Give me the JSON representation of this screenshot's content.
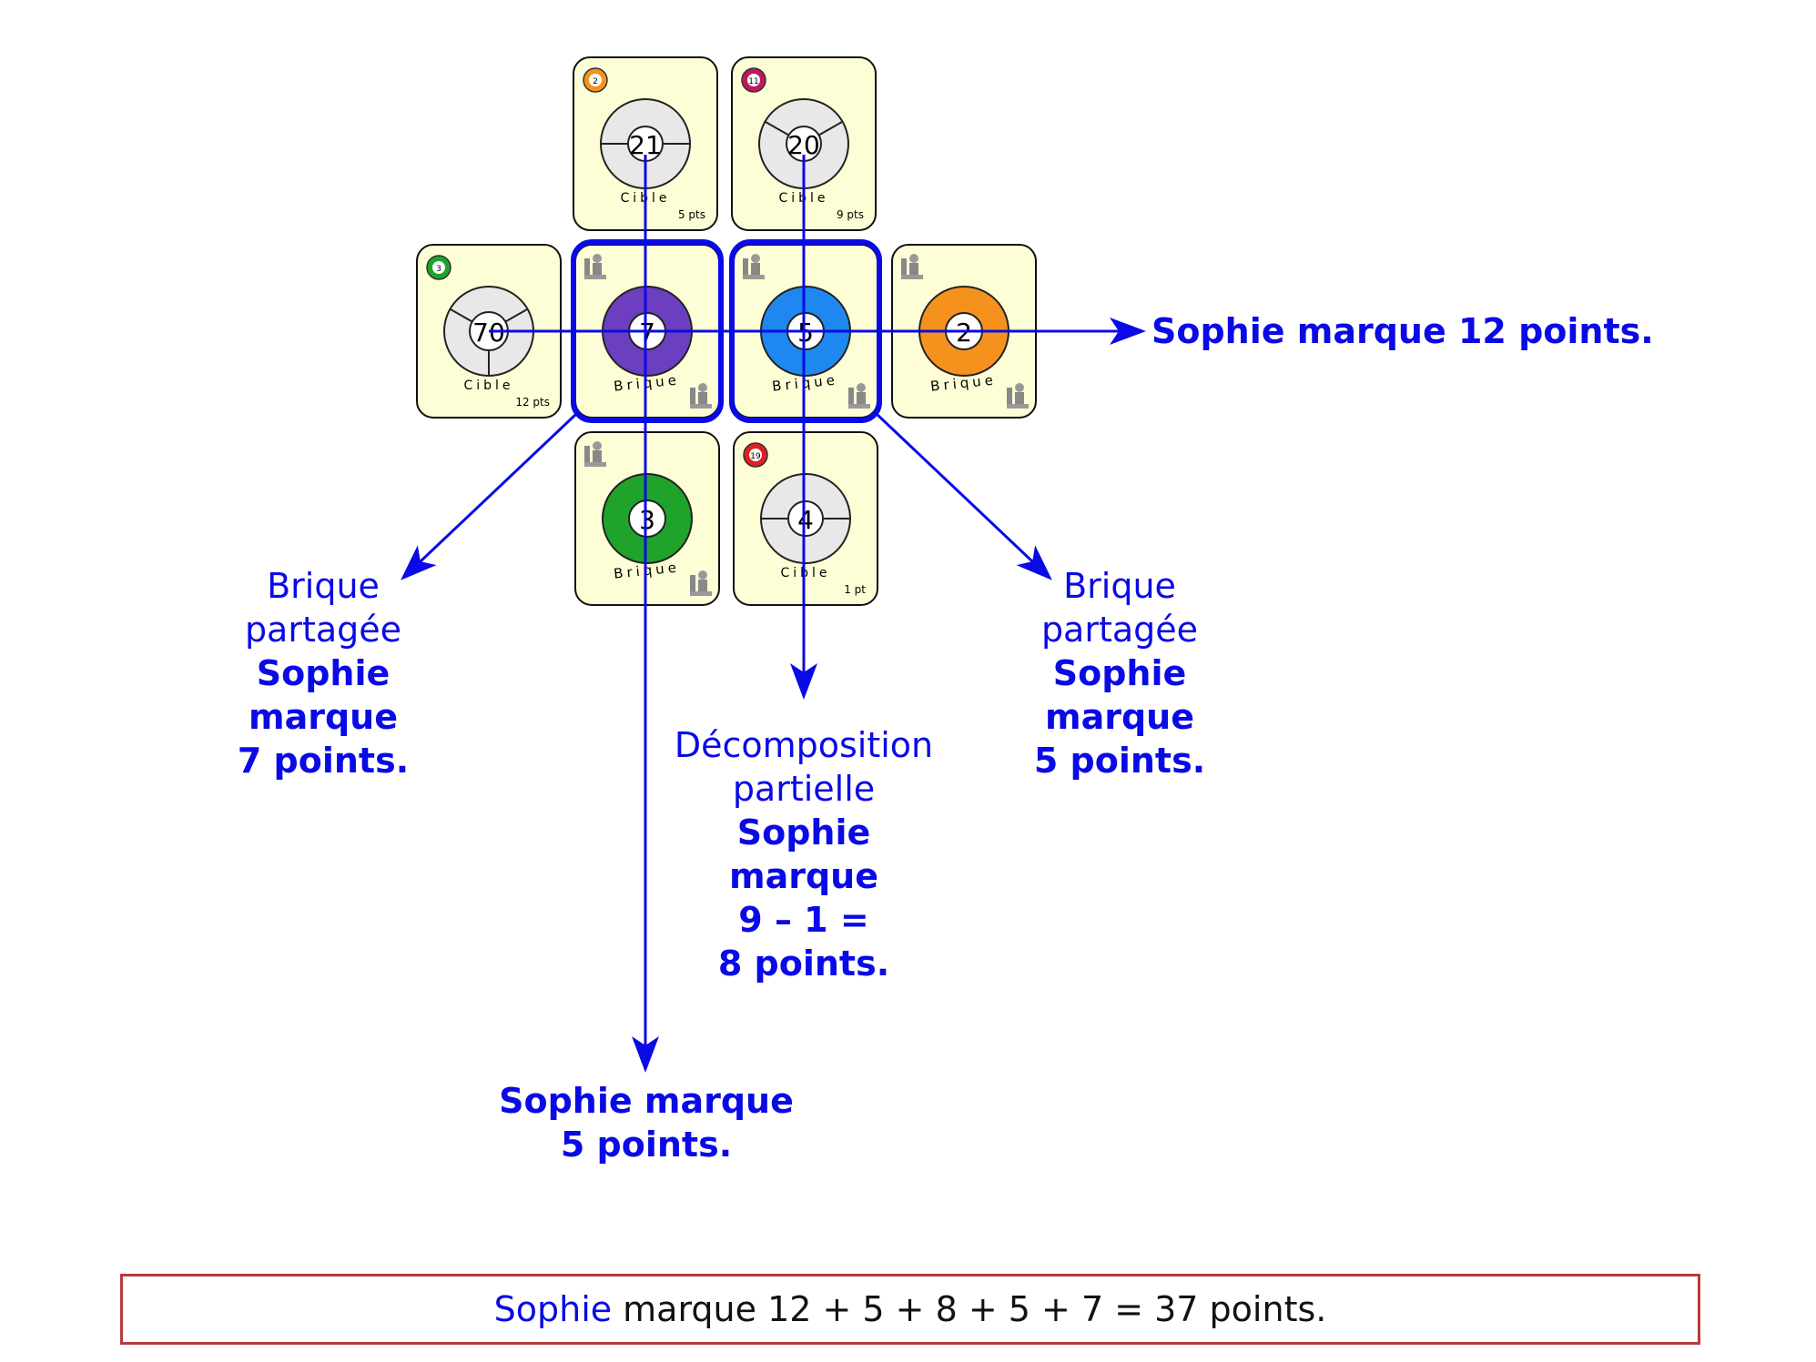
{
  "cards": [
    {
      "id": "c-top-left",
      "type": "Cible",
      "number": "21",
      "points": "5 pts",
      "badge": "2",
      "badge_color": "#f5921e"
    },
    {
      "id": "c-top-right",
      "type": "Cible",
      "number": "20",
      "points": "9 pts",
      "badge": "11",
      "badge_color": "#c2185b"
    },
    {
      "id": "c-mid-left",
      "type": "Cible",
      "number": "70",
      "points": "12 pts",
      "badge": "3",
      "badge_color": "#1fa32a"
    },
    {
      "id": "c-mid-purple",
      "type": "Brique",
      "number": "7",
      "color": "#6b3fbf",
      "highlight": true
    },
    {
      "id": "c-mid-blue",
      "type": "Brique",
      "number": "5",
      "color": "#1e88f0",
      "highlight": true
    },
    {
      "id": "c-mid-orange",
      "type": "Brique",
      "number": "2",
      "color": "#f5921e"
    },
    {
      "id": "c-bot-green",
      "type": "Brique",
      "number": "3",
      "color": "#1fa32a"
    },
    {
      "id": "c-bot-right",
      "type": "Cible",
      "number": "4",
      "points": "1 pt",
      "badge": "19",
      "badge_color": "#e02020"
    }
  ],
  "labels": {
    "row": {
      "line1": "Sophie marque 12 points."
    },
    "left_shared": {
      "line1": "Brique",
      "line2": "partagée",
      "bold1": "Sophie",
      "bold2": "marque",
      "bold3": "7 points."
    },
    "right_shared": {
      "line1": "Brique",
      "line2": "partagée",
      "bold1": "Sophie",
      "bold2": "marque",
      "bold3": "5 points."
    },
    "partial": {
      "line1": "Décomposition",
      "line2": "partielle",
      "bold1": "Sophie",
      "bold2": "marque",
      "bold3": "9 – 1 =",
      "bold4": "8 points."
    },
    "column": {
      "line1": "Sophie marque",
      "line2": "5 points."
    }
  },
  "summary": {
    "who": "Sophie",
    "text": "marque 12 + 5 + 8 + 5 + 7 = 37 points."
  },
  "colors": {
    "arrow": "#0a0ae6",
    "card_bg": "#fefed6",
    "highlight": "#0a0ae6",
    "summary_border": "#b83a3a"
  }
}
